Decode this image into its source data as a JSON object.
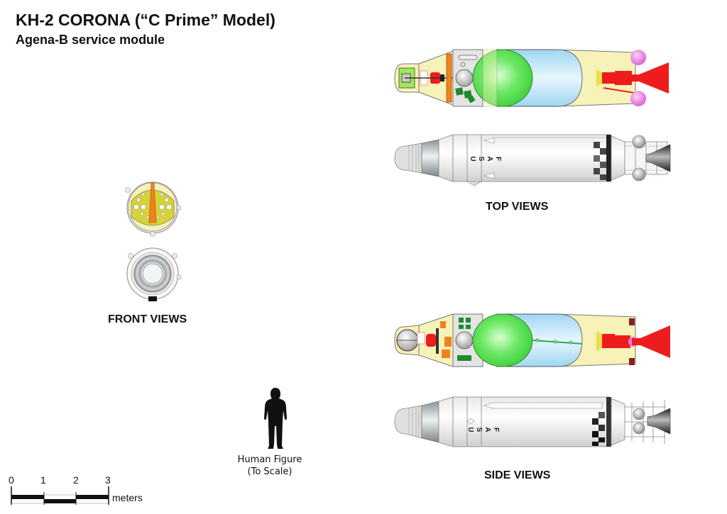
{
  "header": {
    "title": "KH-2 CORONA (“C Prime” Model)",
    "subtitle": "Agena-B service module"
  },
  "views": {
    "top_label": "TOP VIEWS",
    "front_label": "FRONT VIEWS",
    "side_label": "SIDE VIEWS"
  },
  "vehicle": {
    "marking_letters": [
      "U",
      "S",
      "A",
      "F"
    ],
    "colors": {
      "structure": "#f7f2b8",
      "fuel_tank": "#5ce05a",
      "oxidizer_tank": "#b9e3f7",
      "engine": "#ee1c1c",
      "spheres": "#e77be0",
      "instruments": "#f0821e",
      "batteries": "#1f8a2c",
      "front_plate": "#d6d23a",
      "hull": "#f2f2f2"
    }
  },
  "human": {
    "caption_line1": "Human Figure",
    "caption_line2": "(To Scale)"
  },
  "scale_bar": {
    "ticks": [
      "0",
      "1",
      "2",
      "3"
    ],
    "unit": "meters"
  }
}
